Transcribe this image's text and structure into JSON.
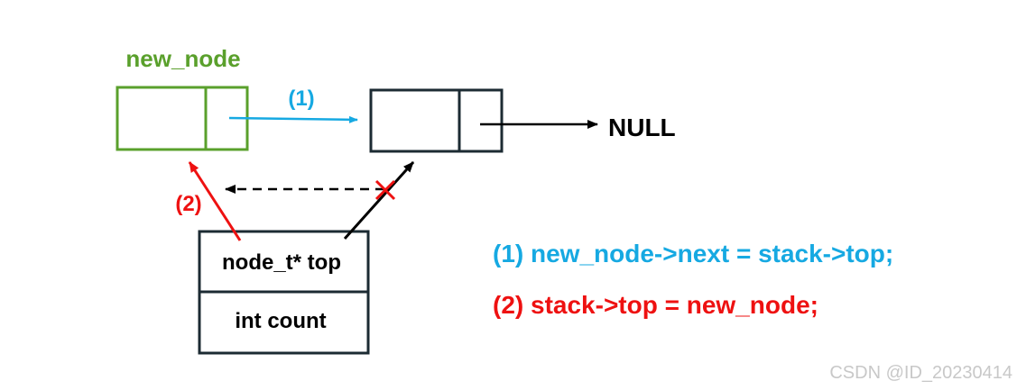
{
  "colors": {
    "green": "#5aa02c",
    "dark": "#1c2b33",
    "blue": "#16a9e2",
    "red": "#ee1111",
    "black": "#000000",
    "watermark": "#c8c8c8"
  },
  "labels": {
    "new_node": "new_node",
    "null": "NULL",
    "step1": "(1)",
    "step2": "(2)",
    "stack_top": "node_t* top",
    "stack_count": "int count",
    "code1": "(1) new_node->next = stack->top;",
    "code2": "(2) stack->top = new_node;",
    "watermark": "CSDN @ID_20230414"
  }
}
